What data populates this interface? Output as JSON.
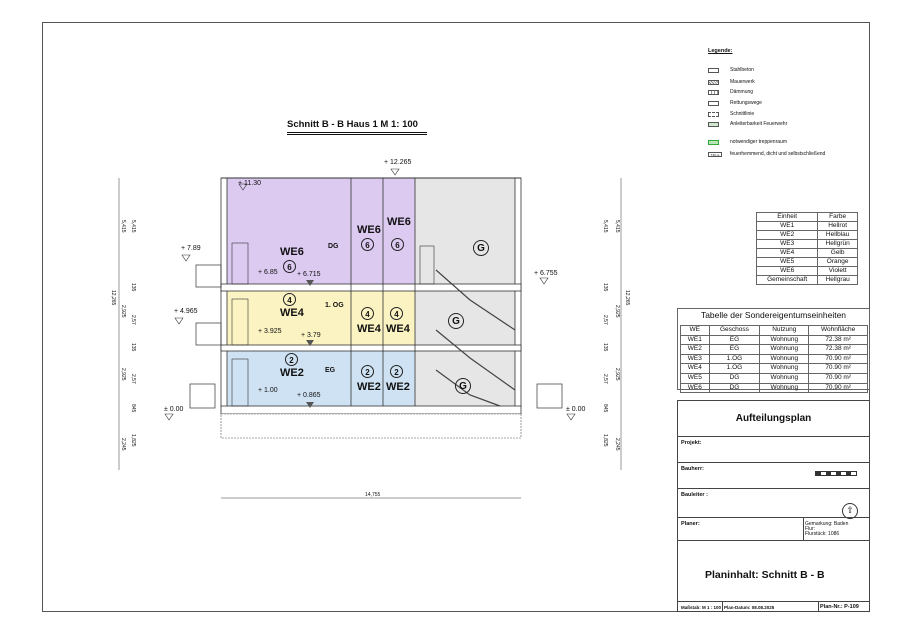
{
  "drawing_title": "Schnitt B - B Haus 1 M 1: 100",
  "legend": {
    "heading": "Legende:",
    "items": [
      {
        "label": "Stahlbeton",
        "color": "#ffffff"
      },
      {
        "label": "Mauerwerk",
        "color": "#e8e8e8"
      },
      {
        "label": "Dämmung",
        "color": "#ffffff"
      },
      {
        "label": "Rettungswege",
        "color": "#ffffff"
      },
      {
        "label": "Schnittlinie",
        "color": "#ffffff"
      },
      {
        "label": "Anleiterbarkeit Feuerwehr",
        "color": "#cfe8cf"
      },
      {
        "label": "notwendiger treppenraum",
        "color": "#b8e6b8"
      },
      {
        "label": "feuerhemmend, dicht und selbstschließend",
        "color": "#ffffff",
        "tag": "T30-rs"
      }
    ]
  },
  "color_table": {
    "headers": [
      "Einheit",
      "Farbe"
    ],
    "rows": [
      [
        "WE1",
        "Hellrot"
      ],
      [
        "WE2",
        "Hellblau"
      ],
      [
        "WE3",
        "Hellgrün"
      ],
      [
        "WE4",
        "Gelb"
      ],
      [
        "WE5",
        "Orange"
      ],
      [
        "WE6",
        "Violett"
      ],
      [
        "Gemeinschaft",
        "Hellgrau"
      ]
    ]
  },
  "units_table": {
    "title": "Tabelle der Sondereigentumseinheiten",
    "headers": [
      "WE",
      "Geschoss",
      "Nutzung",
      "Wohnfläche"
    ],
    "rows": [
      [
        "WE1",
        "EG",
        "Wohnung",
        "72.38 m²"
      ],
      [
        "WE2",
        "EG",
        "Wohnung",
        "72.38 m²"
      ],
      [
        "WE3",
        "1.OG",
        "Wohnung",
        "70.90 m²"
      ],
      [
        "WE4",
        "1.OG",
        "Wohnung",
        "70.90 m²"
      ],
      [
        "WE5",
        "DG",
        "Wohnung",
        "70.90 m²"
      ],
      [
        "WE6",
        "DG",
        "Wohnung",
        "70.90 m²"
      ]
    ]
  },
  "title_block": {
    "plan_title": "Aufteilungsplan",
    "projekt": "Projekt:",
    "bauherr": "Bauherr:",
    "bauleiter": "Bauleiter :",
    "planer": "Planer:",
    "gemarkung": "Gemarkung: Baden",
    "flur": "Flur:",
    "flurstueck": "Flurstück: 1086",
    "planinhalt": "Planinhalt: Schnitt B - B",
    "massstab": "Maßstab: M 1 : 100",
    "plan_datum": "Plan-Datum: 08.08.2025",
    "plan_nr": "Plan-Nr.: P-109"
  },
  "section": {
    "floors": {
      "eg": "EG",
      "og": "1. OG",
      "dg": "DG"
    },
    "units": {
      "we2": "WE2",
      "we4": "WE4",
      "we6": "WE6",
      "g": "G",
      "n2": "2",
      "n4": "4",
      "n6": "6"
    },
    "elevations": {
      "ridge": "+ 12.265",
      "dg_eave": "+ 11.30",
      "left_789": "+ 7.89",
      "dg_685": "+ 6.85",
      "dg_6715": "+ 6.715",
      "right_6755": "+ 6.755",
      "left_4965": "+ 4.965",
      "og_3925": "+ 3.925",
      "og_379": "+ 3.79",
      "eg_100": "+ 1.00",
      "eg_0865": "+ 0.865",
      "ground_left": "± 0.00",
      "ground_right": "± 0.00"
    },
    "width_dim": "14,755",
    "vertical_dims": {
      "total": "12,265",
      "d1": "5,415",
      "d2": "5,415",
      "d3": "135",
      "d4": "2,925",
      "d5": "2,57",
      "d6": "135",
      "d7": "2,925",
      "d8": "2,57",
      "d9": "845",
      "d10": "1,825",
      "d11": "2,245"
    },
    "colors": {
      "we2": "#cfe2f3",
      "we4": "#fbf3c2",
      "we6": "#dccaf1",
      "common": "#e6e6e6"
    }
  }
}
